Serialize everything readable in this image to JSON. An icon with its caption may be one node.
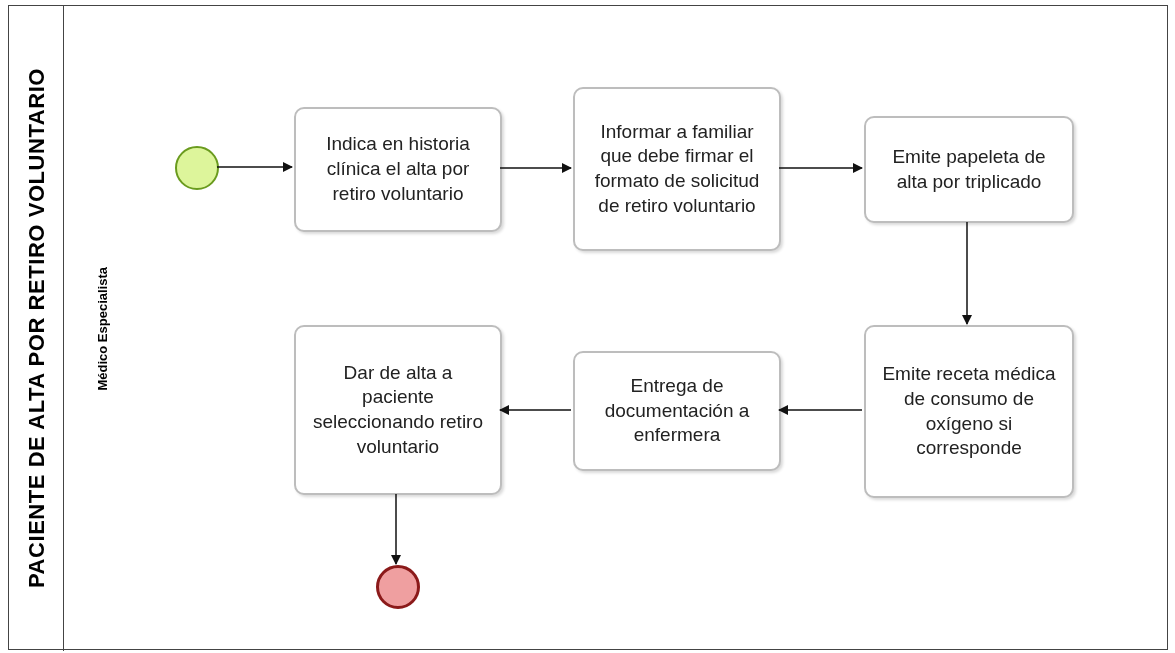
{
  "diagram": {
    "nodes": [
      {
        "text": [
          "PACIENTE DE ALTA POR RETIRO VOLUNTARIO"
        ]
      },
      {
        "text": [
          "Médico Especialista"
        ],
        "in": 0
      },
      {
        "text": [],
        "shape": "circle",
        "in": 1
      },
      {
        "text": [
          "Indica en historia clínica el alta por retiro voluntario"
        ],
        "in": 1
      },
      {
        "text": [
          "Informar a familiar que debe firmar el formato de solicitud de retiro voluntario"
        ],
        "in": 1
      },
      {
        "text": [
          "Emite papeleta de alta por triplicado"
        ],
        "in": 1
      },
      {
        "text": [
          "Emite receta médica de consumo de oxígeno si corresponde"
        ],
        "in": 1
      },
      {
        "text": [
          "Entrega de documentación a enfermera"
        ],
        "in": 1
      },
      {
        "text": [
          "Dar de alta a paciente seleccionando retiro voluntario"
        ],
        "in": 1
      },
      {
        "text": [],
        "shape": "circle",
        "in": 1
      }
    ],
    "edges": [
      {
        "from": 2,
        "to": 3,
        "arrow": "to"
      },
      {
        "from": 3,
        "to": 4,
        "arrow": "to"
      },
      {
        "from": 4,
        "to": 5,
        "arrow": "to"
      },
      {
        "from": 5,
        "to": 6,
        "arrow": "to"
      },
      {
        "from": 6,
        "to": 7,
        "arrow": "to"
      },
      {
        "from": 7,
        "to": 8,
        "arrow": "to"
      },
      {
        "from": 8,
        "to": 9,
        "arrow": "to"
      }
    ]
  }
}
